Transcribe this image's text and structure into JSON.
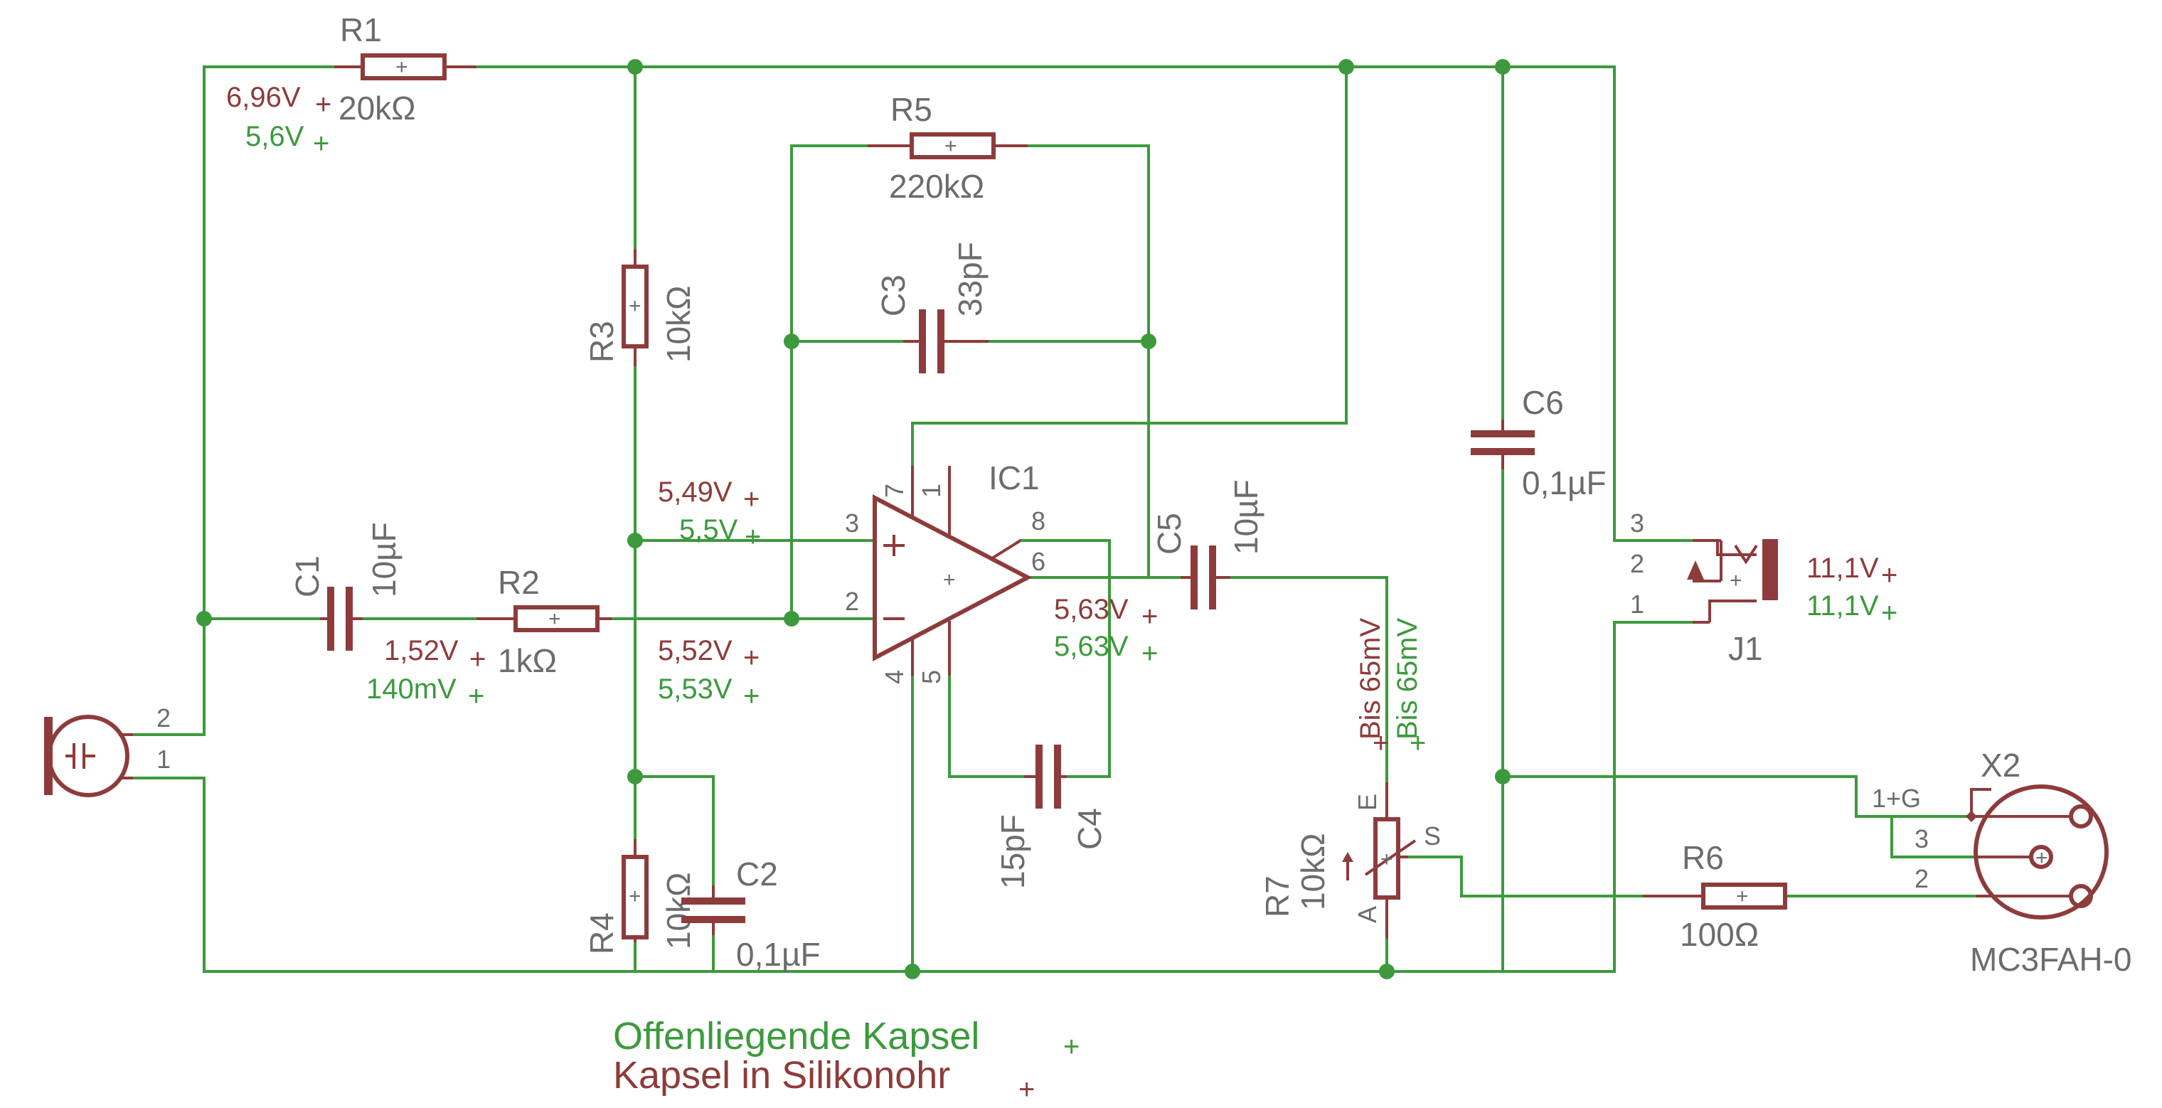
{
  "components": {
    "R1": {
      "name": "R1",
      "value": "20kΩ"
    },
    "R2": {
      "name": "R2",
      "value": "1kΩ"
    },
    "R3": {
      "name": "R3",
      "value": "10kΩ"
    },
    "R4": {
      "name": "R4",
      "value": "10kΩ"
    },
    "R5": {
      "name": "R5",
      "value": "220kΩ"
    },
    "R6": {
      "name": "R6",
      "value": "100Ω"
    },
    "R7": {
      "name": "R7",
      "value": "10kΩ"
    },
    "C1": {
      "name": "C1",
      "value": "10µF"
    },
    "C2": {
      "name": "C2",
      "value": "0,1µF"
    },
    "C3": {
      "name": "C3",
      "value": "33pF"
    },
    "C4": {
      "name": "C4",
      "value": "15pF"
    },
    "C5": {
      "name": "C5",
      "value": "10µF"
    },
    "C6": {
      "name": "C6",
      "value": "0,1µF"
    },
    "IC1": {
      "name": "IC1"
    },
    "J1": {
      "name": "J1"
    },
    "X2": {
      "name": "X2",
      "value": "MC3FAH-0"
    }
  },
  "pins": {
    "mic_2": "2",
    "mic_1": "1",
    "ic_7": "7",
    "ic_1": "1",
    "ic_8": "8",
    "ic_3": "3",
    "ic_6": "6",
    "ic_2": "2",
    "ic_4": "4",
    "ic_5": "5",
    "j1_3": "3",
    "j1_2": "2",
    "j1_1": "1",
    "x2_1g": "1+G",
    "x2_3": "3",
    "x2_2": "2",
    "r7_e": "E",
    "r7_s": "S",
    "r7_a": "A"
  },
  "voltages": {
    "r1_red": "6,96V",
    "r1_green": "5,6V",
    "c1_red": "1,52V",
    "c1_green": "140mV",
    "plus_red": "5,49V",
    "plus_green": "5,5V",
    "minus_red": "5,52V",
    "minus_green": "5,53V",
    "out_red": "5,63V",
    "out_green": "5,63V",
    "pot_red": "Bis 65mV",
    "pot_green": "Bis 65mV",
    "j1_red": "11,1V",
    "j1_green": "11,1V"
  },
  "legend": {
    "green": "Offenliegende Kapsel",
    "red": "Kapsel in Silikonohr"
  },
  "colors": {
    "wire": "#3c9a3c",
    "part": "#8e3b3b",
    "label": "#6c6c6c"
  }
}
